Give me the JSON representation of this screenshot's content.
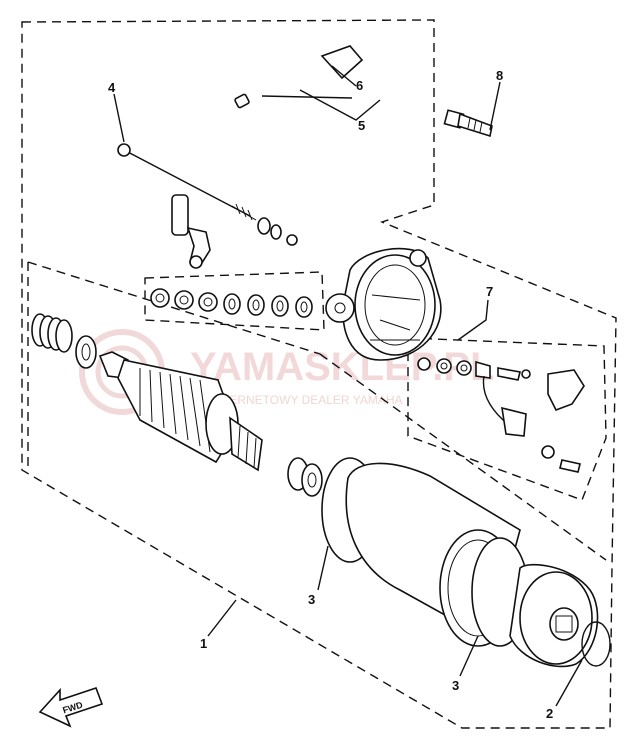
{
  "watermark": {
    "main": "YAMASKLEP.PL",
    "sub": "INTERNETOWY DEALER YAMAHA"
  },
  "direction_label": "FWD",
  "callouts": [
    {
      "id": "1",
      "text": "1"
    },
    {
      "id": "2",
      "text": "2"
    },
    {
      "id": "3a",
      "text": "3"
    },
    {
      "id": "3b",
      "text": "3"
    },
    {
      "id": "4",
      "text": "4"
    },
    {
      "id": "5",
      "text": "5"
    },
    {
      "id": "6",
      "text": "6"
    },
    {
      "id": "7",
      "text": "7"
    },
    {
      "id": "8",
      "text": "8"
    }
  ]
}
